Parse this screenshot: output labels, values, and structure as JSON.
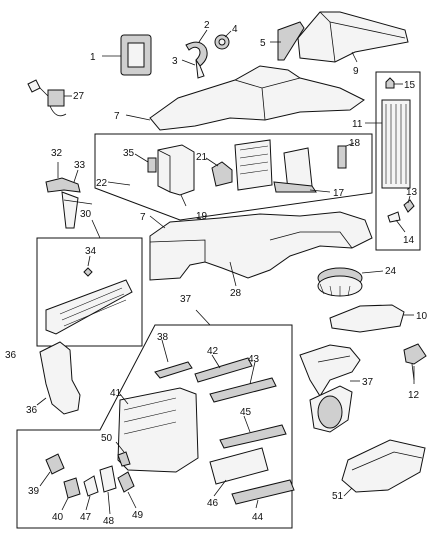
{
  "callouts": [
    "1",
    "2",
    "3",
    "4",
    "5",
    "9",
    "7",
    "27",
    "15",
    "11",
    "32",
    "33",
    "35",
    "22",
    "21",
    "18",
    "17",
    "19",
    "13",
    "14",
    "30",
    "34",
    "7",
    "24",
    "28",
    "10",
    "37",
    "38",
    "42",
    "43",
    "41",
    "45",
    "50",
    "46",
    "44",
    "39",
    "40",
    "47",
    "48",
    "49",
    "36",
    "36",
    "37",
    "12",
    "51"
  ]
}
